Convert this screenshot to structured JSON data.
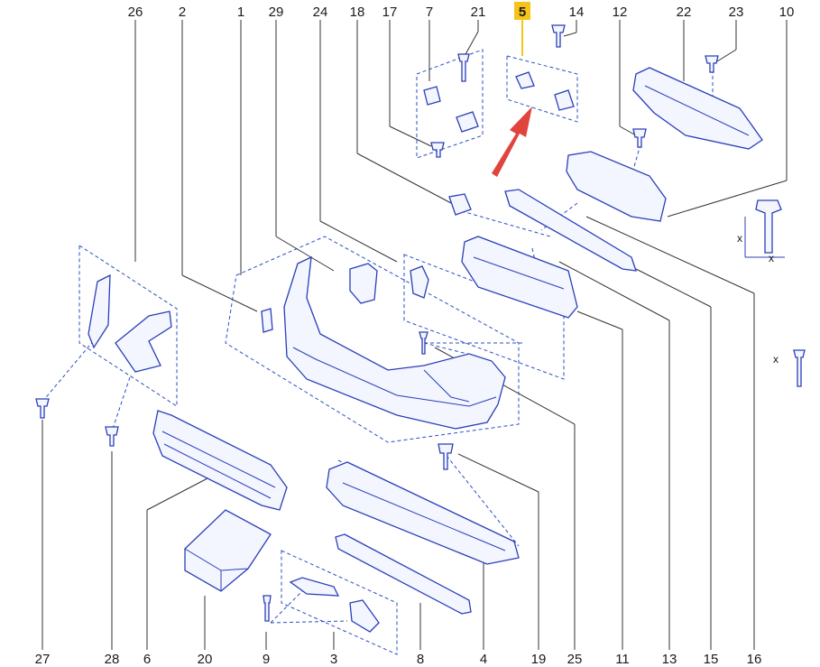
{
  "callouts": {
    "top": [
      "26",
      "2",
      "1",
      "29",
      "24",
      "18",
      "17",
      "7",
      "21",
      "5",
      "14",
      "12",
      "22",
      "23",
      "10"
    ],
    "bottom": [
      "27",
      "28",
      "6",
      "20",
      "9",
      "3",
      "8",
      "4",
      "19",
      "25",
      "11",
      "13",
      "15",
      "16"
    ],
    "highlighted": "5"
  },
  "colors": {
    "part_line": "#2a3fb8",
    "guide_dash": "#2a4fc4",
    "highlight": "#f6c31a",
    "pointer_arrow": "#e0443c",
    "text": "#1a1a1a"
  },
  "legend_icons": {
    "bolt_dimension_symbol": "x",
    "pin_dimension_symbol": "x"
  }
}
